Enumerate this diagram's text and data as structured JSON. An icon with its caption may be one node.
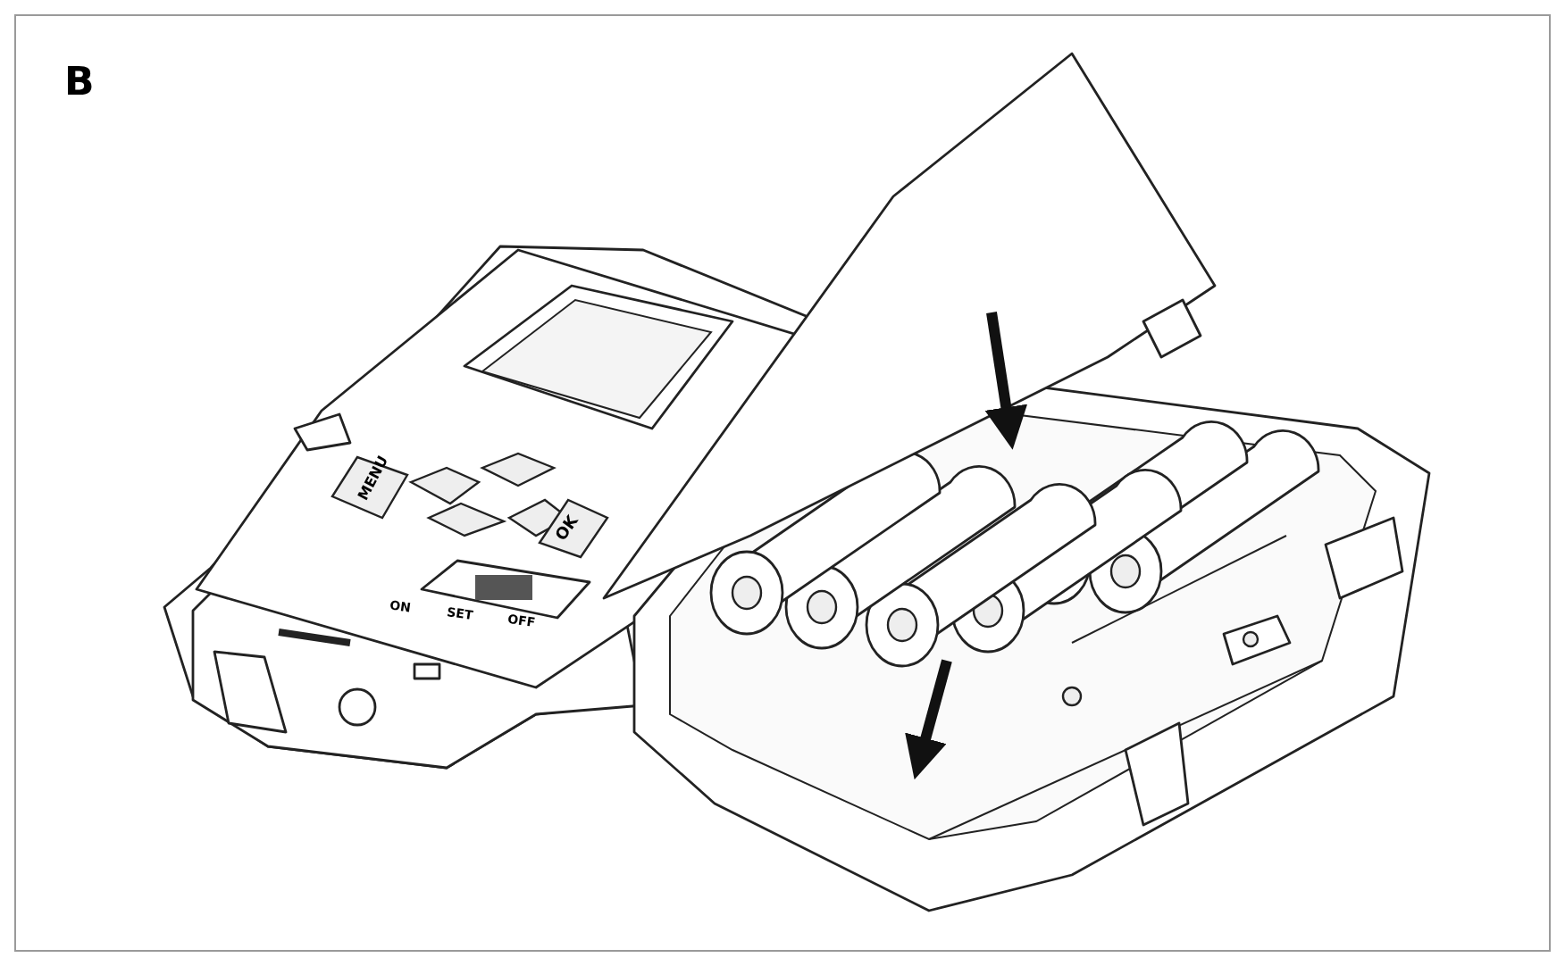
{
  "diagram": {
    "title": "B",
    "labels": [
      "MENU",
      "OK",
      "ON",
      "SET",
      "OFF"
    ]
  }
}
